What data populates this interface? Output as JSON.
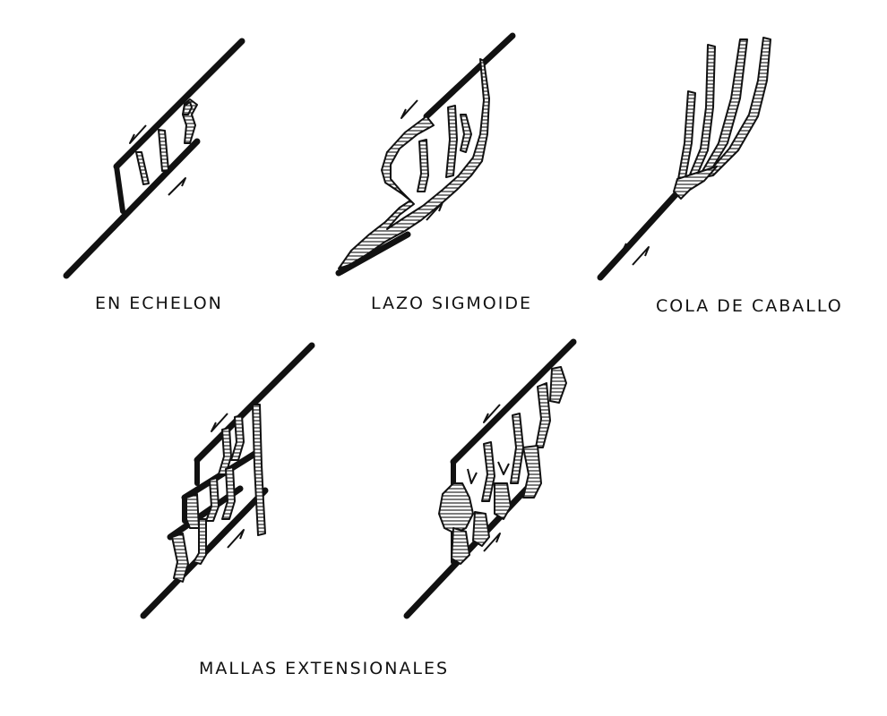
{
  "labels": {
    "en_echelon": "EN ECHELON",
    "lazo_sigmoide": "LAZO SIGMOIDE",
    "cola_de_caballo": "COLA DE CABALLO",
    "mallas_extensionales": "MALLAS EXTENSIONALES"
  },
  "colors": {
    "ink": "#111111",
    "paper": "#ffffff"
  }
}
